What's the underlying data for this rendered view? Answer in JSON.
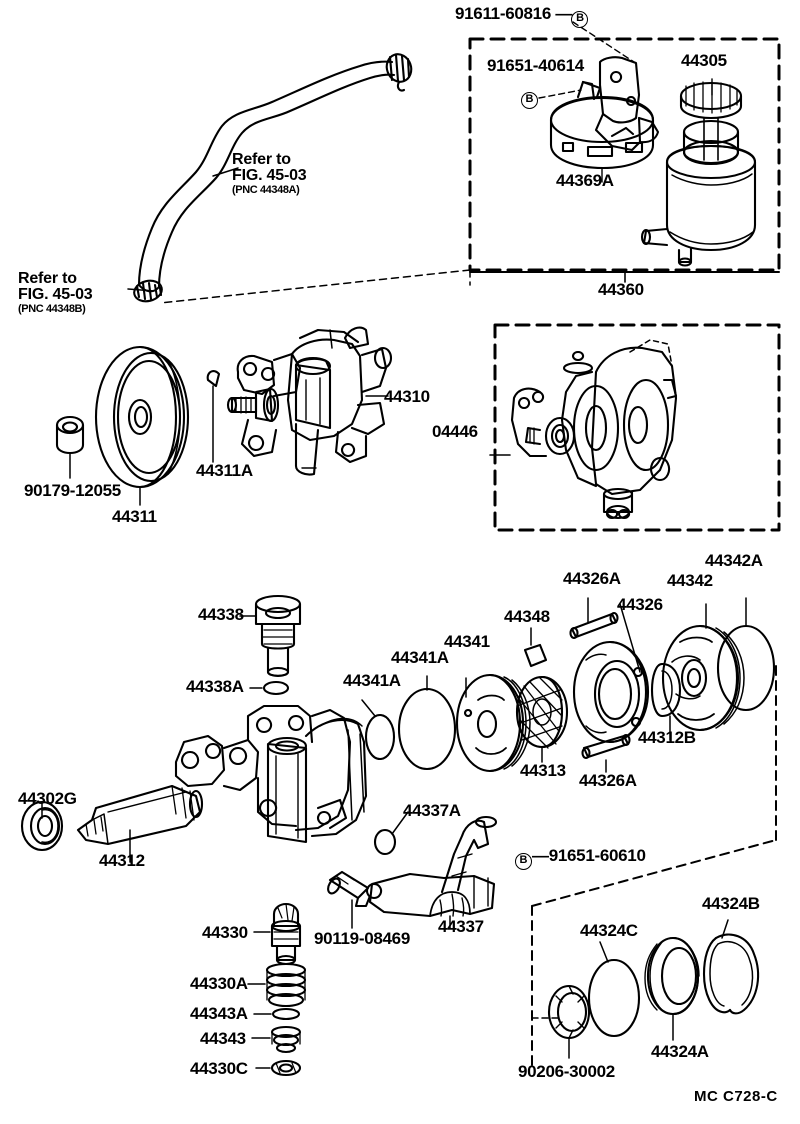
{
  "diagram": {
    "title": "Toyota Power Steering Vane Pump Exploded Parts Diagram",
    "footer_code": "MC  C728-C",
    "bubble_marker": "B"
  },
  "sections": {
    "hose": {
      "refer_top": {
        "line1": "Refer to",
        "line2": "FIG. 45-03",
        "pnc": "(PNC 44348A)"
      },
      "refer_bottom": {
        "line1": "Refer to",
        "line2": "FIG. 45-03",
        "pnc": "(PNC 44348B)"
      }
    },
    "reservoir_box": {
      "group_label": "44360",
      "parts": [
        {
          "code": "91611-60816",
          "marker": "B"
        },
        {
          "code": "91651-40614",
          "marker": "B"
        },
        {
          "code": "44369A"
        },
        {
          "code": "44305"
        }
      ]
    },
    "pulley": {
      "parts": [
        {
          "code": "90179-12055"
        },
        {
          "code": "44311"
        },
        {
          "code": "44311A"
        },
        {
          "code": "44310"
        }
      ]
    },
    "gasket_kit_box": {
      "parts": [
        {
          "code": "04446"
        }
      ]
    },
    "pump_exploded": {
      "parts": [
        {
          "code": "44338"
        },
        {
          "code": "44338A"
        },
        {
          "code": "44302G"
        },
        {
          "code": "44312"
        },
        {
          "code": "44341A"
        },
        {
          "code": "44341A_2"
        },
        {
          "code": "44341"
        },
        {
          "code": "44348"
        },
        {
          "code": "44313"
        },
        {
          "code": "44326A"
        },
        {
          "code": "44326A_2"
        },
        {
          "code": "44326"
        },
        {
          "code": "44312B"
        },
        {
          "code": "44342"
        },
        {
          "code": "44342A"
        },
        {
          "code": "44337A"
        },
        {
          "code": "44337"
        },
        {
          "code": "90119-08469"
        },
        {
          "code": "91651-60610",
          "marker": "B"
        }
      ]
    },
    "valve_stack": {
      "parts": [
        {
          "code": "44330"
        },
        {
          "code": "44330A"
        },
        {
          "code": "44343A"
        },
        {
          "code": "44343"
        },
        {
          "code": "44330C"
        }
      ]
    },
    "seal_kit_box": {
      "parts": [
        {
          "code": "90206-30002"
        },
        {
          "code": "44324C"
        },
        {
          "code": "44324A"
        },
        {
          "code": "44324B"
        }
      ]
    }
  },
  "labels": {
    "l_91611_60816": "91611-60816",
    "l_91651_40614": "91651-40614",
    "l_44369A": "44369A",
    "l_44305": "44305",
    "l_44360": "44360",
    "l_04446": "04446",
    "l_90179_12055": "90179-12055",
    "l_44311": "44311",
    "l_44311A": "44311A",
    "l_44310": "44310",
    "l_44338": "44338",
    "l_44338A": "44338A",
    "l_44302G": "44302G",
    "l_44312": "44312",
    "l_44341A_a": "44341A",
    "l_44341A_b": "44341A",
    "l_44341": "44341",
    "l_44348": "44348",
    "l_44313": "44313",
    "l_44326A_a": "44326A",
    "l_44326A_b": "44326A",
    "l_44326": "44326",
    "l_44312B": "44312B",
    "l_44342": "44342",
    "l_44342A": "44342A",
    "l_44337A": "44337A",
    "l_44337": "44337",
    "l_90119_08469": "90119-08469",
    "l_91651_60610": "91651-60610",
    "l_44330": "44330",
    "l_44330A": "44330A",
    "l_44343A": "44343A",
    "l_44343": "44343",
    "l_44330C": "44330C",
    "l_90206_30002": "90206-30002",
    "l_44324C": "44324C",
    "l_44324A": "44324A",
    "l_44324B": "44324B",
    "l_refer1_1": "Refer to",
    "l_refer1_2": "FIG. 45-03",
    "l_refer1_3": "(PNC 44348A)",
    "l_refer2_1": "Refer to",
    "l_refer2_2": "FIG. 45-03",
    "l_refer2_3": "(PNC 44348B)",
    "l_footer": "MC  C728-C",
    "marker_b": "B"
  }
}
